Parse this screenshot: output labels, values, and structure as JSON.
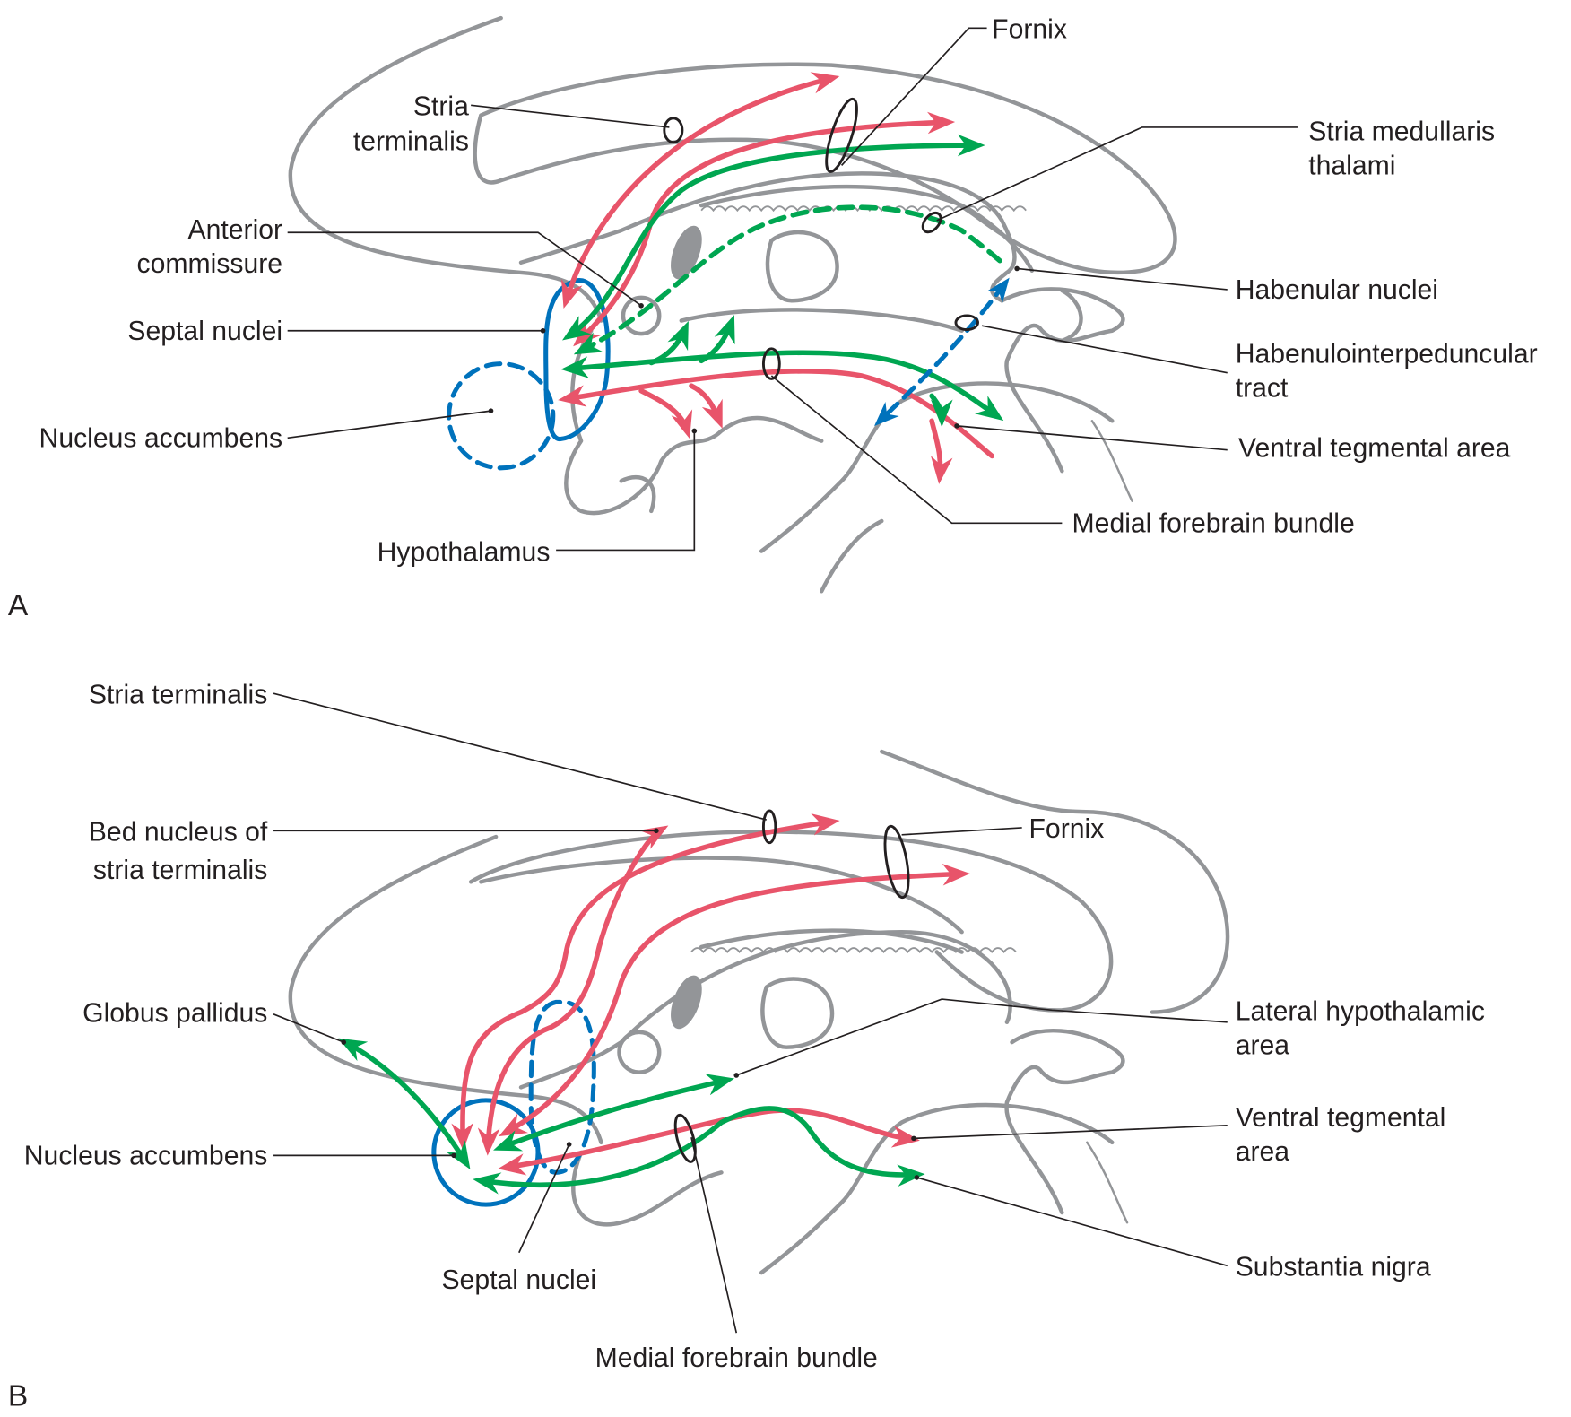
{
  "figure": {
    "description": "Limbic circuitry connections of the septal nuclei (A) and nucleus accumbens (B), sagittal brain outline",
    "colors": {
      "red_pathway": "#e8546a",
      "green_pathway": "#00a651",
      "blue_pathway": "#0072bc",
      "outline": "#939598",
      "text": "#231f20"
    }
  },
  "panelA": {
    "panel_label": "A",
    "labels": {
      "fornix": "Fornix",
      "stria_terminalis_1": "Stria",
      "stria_terminalis_2": "terminalis",
      "stria_medullaris_1": "Stria medullaris",
      "stria_medullaris_2": "thalami",
      "anterior_commissure_1": "Anterior",
      "anterior_commissure_2": "commissure",
      "habenular_nuclei": "Habenular nuclei",
      "septal_nuclei": "Septal nuclei",
      "habenulointerpeduncular_1": "Habenulointerpeduncular",
      "habenulointerpeduncular_2": "tract",
      "nucleus_accumbens": "Nucleus accumbens",
      "ventral_tegmental_area": "Ventral tegmental area",
      "medial_forebrain_bundle": "Medial forebrain bundle",
      "hypothalamus": "Hypothalamus"
    }
  },
  "panelB": {
    "panel_label": "B",
    "labels": {
      "stria_terminalis": "Stria terminalis",
      "bed_nucleus_1": "Bed nucleus of",
      "bed_nucleus_2": "stria terminalis",
      "fornix": "Fornix",
      "globus_pallidus": "Globus pallidus",
      "lateral_hypothalamic_1": "Lateral hypothalamic",
      "lateral_hypothalamic_2": "area",
      "nucleus_accumbens": "Nucleus accumbens",
      "ventral_tegmental_1": "Ventral tegmental",
      "ventral_tegmental_2": "area",
      "septal_nuclei": "Septal nuclei",
      "substantia_nigra": "Substantia nigra",
      "medial_forebrain_bundle": "Medial forebrain bundle"
    }
  }
}
